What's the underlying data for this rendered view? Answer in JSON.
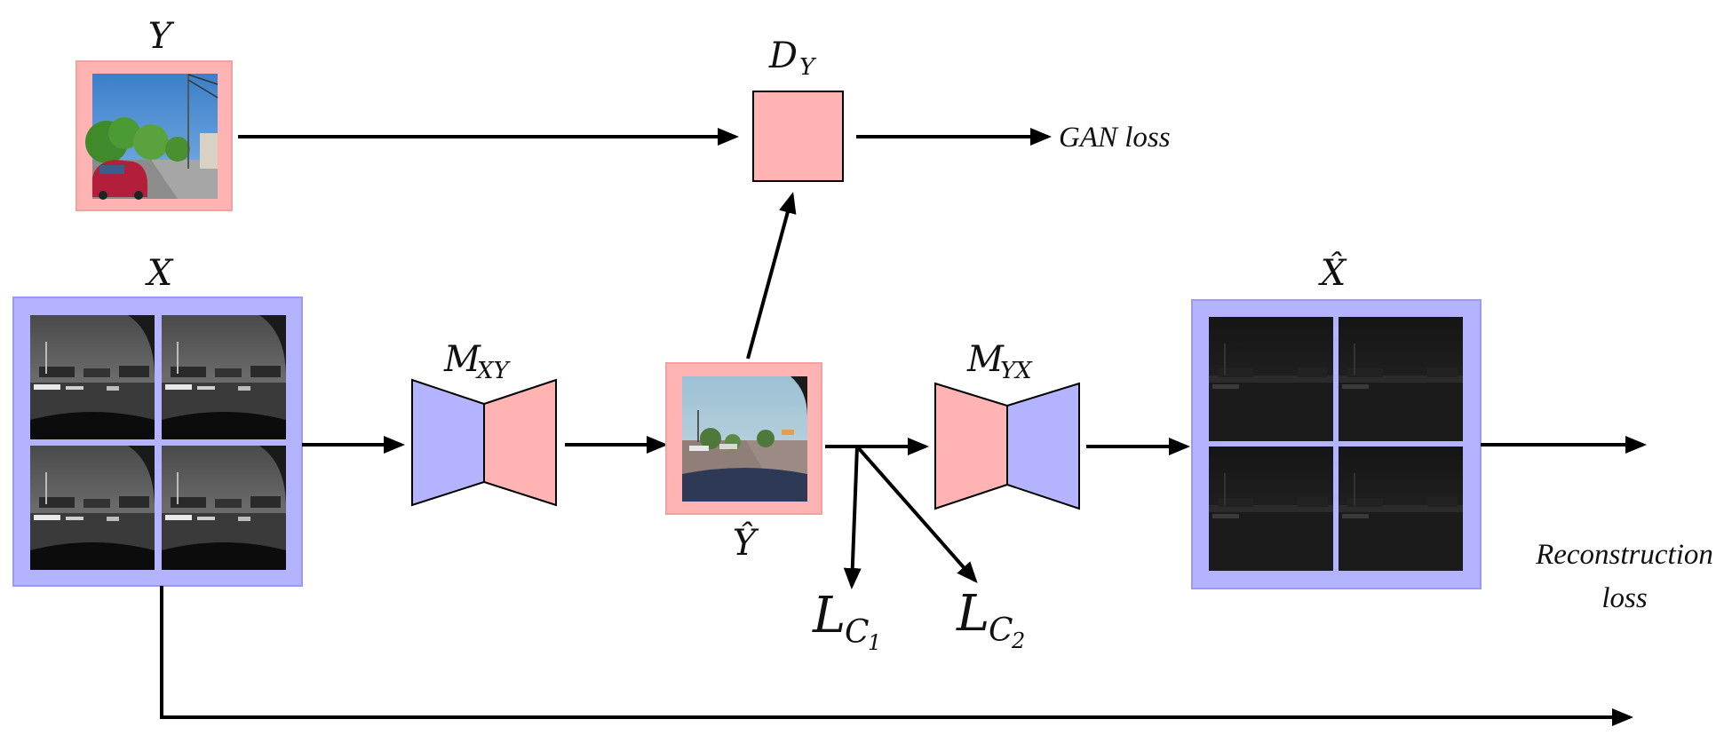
{
  "nodes": {
    "Y": {
      "label": "Y"
    },
    "X": {
      "label": "X"
    },
    "DY": {
      "label": "D",
      "sub": "Y"
    },
    "MXY": {
      "label": "M",
      "sub": "XY"
    },
    "MYX": {
      "label": "M",
      "sub": "YX"
    },
    "Yhat": {
      "label": "Ŷ"
    },
    "Xhat": {
      "label": "X̂"
    },
    "LC1": {
      "label": "L",
      "sub": "C",
      "subsub": "1"
    },
    "LC2": {
      "label": "L",
      "sub": "C",
      "subsub": "2"
    }
  },
  "outputs": {
    "gan_loss": "GAN loss",
    "recon_line1": "Reconstruction",
    "recon_line2": "loss"
  },
  "colors": {
    "pink_fill": "#ffb3b3",
    "pink_border": "#f7a0a0",
    "blue_fill": "#b3b3ff",
    "blue_border": "#9a9af5",
    "arrow": "#000000"
  }
}
